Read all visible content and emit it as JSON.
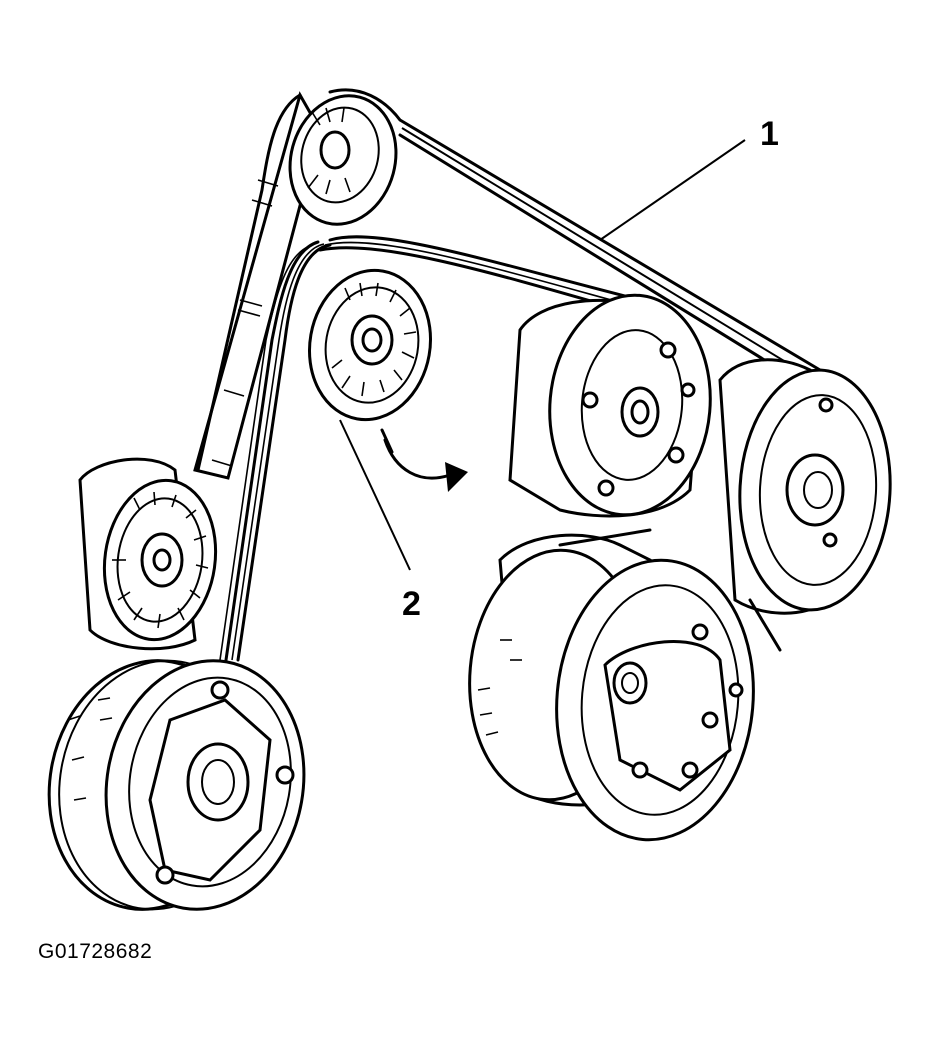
{
  "diagram": {
    "callouts": [
      {
        "id": "callout-1",
        "label": "1"
      },
      {
        "id": "callout-2",
        "label": "2"
      }
    ],
    "figure_id": "G01728682",
    "colors": {
      "ink": "#000000",
      "background": "#ffffff"
    }
  }
}
